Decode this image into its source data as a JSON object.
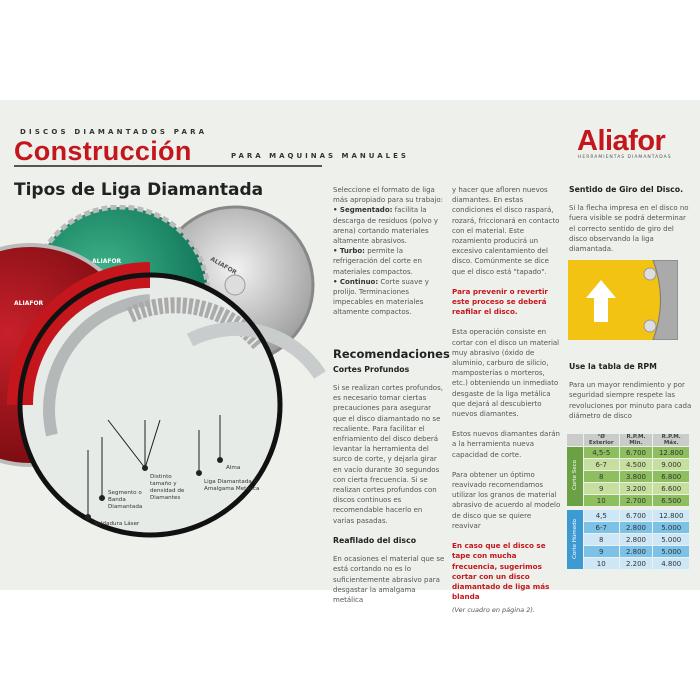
{
  "header": {
    "kicker": "DISCOS DIAMANTADOS PARA",
    "title": "Construcción",
    "subtitle": "PARA MAQUINAS MANUALES",
    "logo": "Aliafor",
    "logo_tagline": "HERRAMIENTAS DIAMANTADAS"
  },
  "section_title": "Tipos de Liga Diamantada",
  "illustration": {
    "disc_brand": "ALIAFOR",
    "labels": {
      "soldadura": "Soldadura Láser",
      "segmento": "Segmento o Banda Diamantada",
      "distinto": "Distinto tamaño y densidad de Diamantes",
      "liga": "Liga Diamantada o Amalgama Metálica",
      "alma": "Alma"
    }
  },
  "col1": {
    "intro": "Seleccione el formato de liga más apropiado para su trabajo:",
    "items": [
      {
        "term": "• Segmentado:",
        "text": " facilita la descarga de residuos (polvo y arena) cortando materiales altamente abrasivos."
      },
      {
        "term": "• Turbo:",
        "text": " permite la refrigeración del corte en materiales compactos."
      },
      {
        "term": "• Continuo:",
        "text": " Corte suave y prolijo. Terminaciones impecables en materiales altamente compactos."
      }
    ],
    "rec_title": "Recomendaciones",
    "cortes_title": "Cortes Profundos",
    "cortes_text": "Si se realizan cortes profundos, es necesario tomar ciertas precauciones para asegurar que el disco diamantado no se recaliente.   Para facilitar el enfriamiento del disco deberá levantar la herramienta del surco de corte, y dejarla girar en vacío durante 30 segundos con cierta frecuencia. Si se realizan cortes profundos con discos continuos es recomendable hacerlo en varias pasadas.",
    "reafilado_title": "Reafilado del disco",
    "reafilado_text": "En ocasiones el material que se está cortando no es lo suficientemente abrasivo para desgastar la amalgama metálica"
  },
  "col2": {
    "p1": "y hacer que afloren nuevos diamantes. En estas condiciones el disco raspará, rozará, friccionará en contacto con el material. Este rozamiento producirá un excesivo calentamiento del disco. Comúnmente se dice que el disco está \"tapado\".",
    "red1": "Para prevenir o revertir este proceso se deberá reafilar el disco.",
    "p2": "Esta operación consiste en cortar con el disco un material muy abrasivo (óxido de aluminio, carburo de silicio, mamposterías o morteros, etc.) obteniendo un inmediato desgaste de la liga metálica que dejará al descubierto nuevos diamantes.",
    "p3": "Estos nuevos diamantes darán a la herramienta nueva capacidad de corte.",
    "p4": "Para obtener un óptimo reavivado recomendamos utilizar los granos de material abrasivo de acuerdo al modelo de disco que se quiere reavivar",
    "red2": "En caso que el disco se tape con mucha frecuencia, sugerimos cortar con un disco diamantado de liga más blanda",
    "note": "(Ver cuadro en página 2)."
  },
  "col3": {
    "giro_title": "Sentido de Giro del Disco.",
    "giro_text": "Si la flecha impresa en el disco no fuera visible se podrá determinar el correcto sentido de giro del disco observando la liga diamantada.",
    "rpm_title": "Use la tabla de RPM",
    "rpm_text": "Para un mayor rendimiento y por seguridad siempre respete las revoluciones por minuto para cada diámetro de disco",
    "table": {
      "headers": [
        "°Ø Exterior",
        "R.P.M. Min.",
        "R.P.M. Máx."
      ],
      "seco_label": "Corte Seco",
      "humedo_label": "Corte Húmedo",
      "seco_rows": [
        [
          "4,5-5",
          "6.700",
          "12.800"
        ],
        [
          "6-7",
          "4.500",
          "9.000"
        ],
        [
          "8",
          "3.800",
          "6.800"
        ],
        [
          "9",
          "3.200",
          "6.600"
        ],
        [
          "10",
          "2.700",
          "6.500"
        ]
      ],
      "humedo_rows": [
        [
          "4,5",
          "6.700",
          "12.800"
        ],
        [
          "6-7",
          "2.800",
          "5.000"
        ],
        [
          "8",
          "2.800",
          "5.000"
        ],
        [
          "9",
          "2.800",
          "5.000"
        ],
        [
          "10",
          "2.200",
          "4.800"
        ]
      ]
    }
  }
}
